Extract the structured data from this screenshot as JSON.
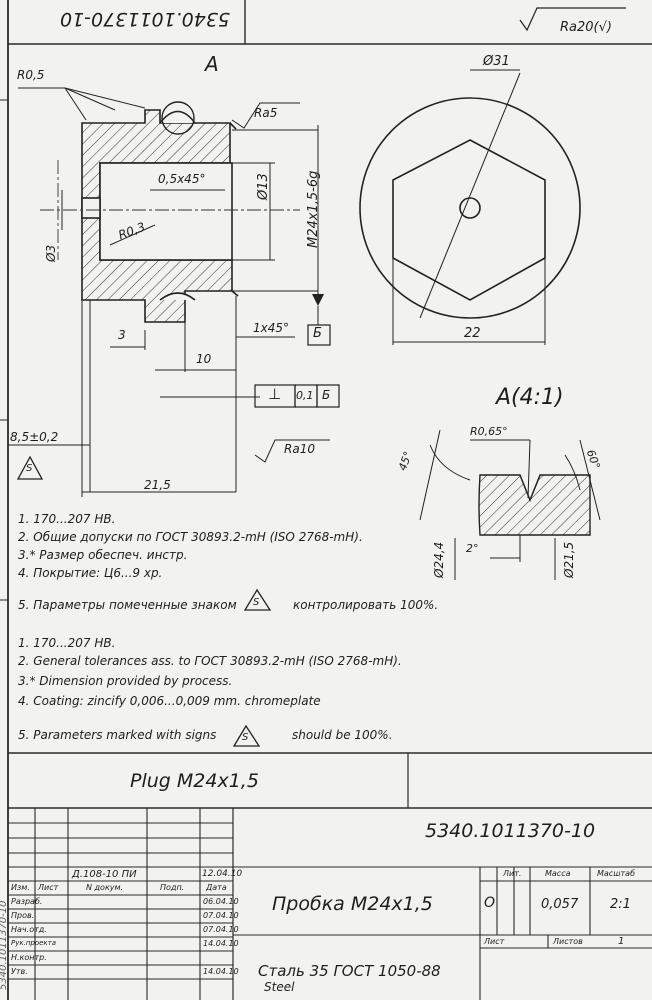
{
  "doc_number_top": "5340.1011370-10",
  "roughness_general": "Ra20(√)",
  "view_a_label": "А",
  "dims": {
    "r05": "R0,5",
    "ra5": "Ra5",
    "phi31": "Ø31",
    "chamfer_05": "0,5x45°",
    "phi13": "Ø13",
    "thread": "M24x1,5-6g",
    "phi3": "Ø3",
    "r03": "R0,3",
    "three": "3",
    "chamfer_1": "1x45°",
    "datum_b": "Б",
    "ten": "10",
    "twentytwo": "22",
    "tolerance_symbol": "⊥",
    "tolerance_value": "0,1",
    "tolerance_datum": "Б",
    "view_a_detail": "А(4:1)",
    "r065": "R0,65°",
    "deg45": "45°",
    "deg60": "60°",
    "len_85": "8,5±0,2",
    "ra10": "Ra10",
    "len_215": "21,5",
    "two": "2°",
    "phi244": "Ø24,4",
    "phi215": "Ø21,5",
    "s_mark": "S"
  },
  "notes_ru": [
    "1. 170...207 HB.",
    "2. Общие допуски по ГОСТ 30893.2-mH (ISO 2768-mH).",
    "3.* Размер обеспеч. инстр.",
    "4. Покрытие: Ц6...9 хр.",
    "5. Параметры помеченные знаком",
    "контролировать 100%."
  ],
  "notes_en": [
    "1. 170...207 HB.",
    "2. General tolerances ass. to ГОСТ 30893.2-mH (ISO 2768-mH).",
    "3.* Dimension provided by process.",
    "4. Coating: zincify 0,006...0,009 mm. chromeplate",
    "5. Parameters marked with signs",
    "should be 100%."
  ],
  "part_name_en": "Plug M24x1,5",
  "title_block": {
    "doc_number": "5340.1011370-10",
    "part_name_ru": "Пробка М24х1,5",
    "material": "Сталь 35 ГОСТ 1050-88",
    "material_en": "Steel",
    "col_lit": "Лит.",
    "col_mass": "Масса",
    "col_scale": "Масштаб",
    "mass": "0,057",
    "scale": "2:1",
    "lit": "О",
    "sheet_label": "Лист",
    "sheets_label": "Листов",
    "sheets_count": "1",
    "change_ref": "Д.108-10 ПИ",
    "change_date": "12.04.10",
    "head_izm": "Изм.",
    "head_list": "Лист",
    "head_ndoc": "N докум.",
    "head_podp": "Подп.",
    "head_data": "Дата",
    "roles": [
      "Разраб.",
      "Пров.",
      "Нач.отд.",
      "Рук.проекта",
      "Н.контр.",
      "Утв."
    ],
    "dates": [
      "06.04.10",
      "07.04.10",
      "07.04.10",
      "14.04.10",
      "",
      "14.04.10"
    ]
  },
  "side_stamp": "5340.1011370-10"
}
